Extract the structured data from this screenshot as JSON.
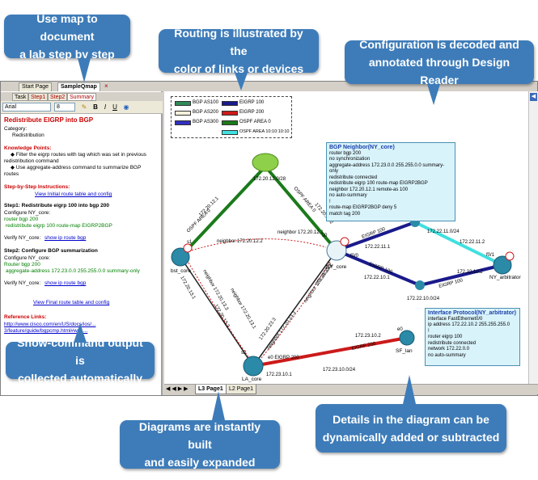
{
  "callouts": {
    "map_step": [
      "Use map to document",
      "a lab step by step"
    ],
    "routing": [
      "Routing is illustrated by the",
      "color of links or devices"
    ],
    "config": [
      "Configuration is decoded and",
      "annotated through Design Reader"
    ],
    "show_cmd": [
      "Show-command output is",
      "collected automatically"
    ],
    "diagrams": [
      "Diagrams are instantly built",
      "and easily expanded"
    ],
    "details": [
      "Details in the diagram can be",
      "dynamically added or subtracted"
    ]
  },
  "window_tabs": [
    "Start Page",
    "SampleQmap"
  ],
  "sub_tabs": [
    "Task",
    "Step1",
    "Step2",
    "Summary"
  ],
  "toolbar": {
    "font": "Arial",
    "size": "8",
    "bold": "B",
    "italic": "I",
    "underline": "U"
  },
  "doc": {
    "title": "Redistribute EIGRP into BGP",
    "category_label": "Category:",
    "category": "Redistribution",
    "kp_head": "Knowledge Points:",
    "kp1a": "◆ Filter the eigrp routes with tag which was set in previous",
    "kp1b": "redistribution command",
    "kp2a": "◆ Use aggregate-address command to summarize BGP",
    "kp2b": "routes",
    "steps_head": "Step-by-Step Instructions:",
    "view_initial": "View Initial route table and config",
    "step1": "Step1: Redistribute eigrp 100 into bgp 200",
    "configure1": "Configure NY_core:",
    "cmd1a": "router bgp 200",
    "cmd1b": "redistribute eigrp 100 route-map EIGRP2BGP",
    "verify1": "Verify NY_core:",
    "verify1_link": "show ip route bgp",
    "step2": "Step2: Configure BGP summarization",
    "configure2": "Configure NY_core:",
    "cmd2a": "Router bgp 200",
    "cmd2b": "aggregate-address 172.23.0.0 255.255.0.0 summary-only",
    "verify2": "Verify NY_core:",
    "verify2_link": "show ip route bgp",
    "view_final": "View Final route table and config",
    "ref_head": "Reference Links:",
    "ref1": "http://www.cisco.com/en/US/docs/ios/...",
    "ref2": "3/feature/guide/bgpcmp.html#wp1..."
  },
  "legend": {
    "items": [
      {
        "label": "BGP AS100",
        "color": "#2e8b57"
      },
      {
        "label": "BGP AS200",
        "color": "#f5f0dc"
      },
      {
        "label": "BGP AS300",
        "color": "#3030c0"
      },
      {
        "label": "EIGRP 100",
        "color": "#1a1a8c"
      },
      {
        "label": "EIGRP 200",
        "color": "#cc1a1a"
      },
      {
        "label": "OSPF AREA 0",
        "color": "#1a7a1a"
      },
      {
        "label": "OSPF AREA 10:10:10:10",
        "color": "#40e0e0"
      }
    ]
  },
  "bgp_box": {
    "title": "BGP Neighbor(NY_core)",
    "lines": [
      "router bgp 200",
      " no synchronization",
      " aggregate-address 172.23.0.0 255.255.0.0 summary-only",
      " redistribute connected",
      " redistribute eigrp 100 route-map EIGRP2BGP",
      " neighbor 172.20.12.1 remote-as 100",
      " no auto-summary",
      "!",
      "route-map EIGRP2BGP deny 5",
      " match tag 200"
    ]
  },
  "intf_box": {
    "title": "Interface Protocol(NY_arbitrator)",
    "lines": [
      "interface FastEthernet0/0",
      " ip address 172.22.10.2 255.255.255.0",
      "!",
      "router eigrp 100",
      " redistribute connected",
      " network 172.22.0.0",
      " no auto-summary"
    ]
  },
  "diagram": {
    "devices": [
      "bst_core",
      "NY_core",
      "NY_arbitrator",
      "LA_core",
      "SF_lan"
    ],
    "labels": {
      "net1": "172.20.12.0/28",
      "ospf1": "OSPF AREA 0",
      "ospf2": "OSPF AREA 0",
      "nb1": "neighbor 172.20.12.2",
      "nb2": "neighbor 172.20.12.1",
      "nb3": "neighbor 172.20.13.3",
      "nb4": "neighbor 172.20.13.1",
      "nb5": "neighbor 172.20.23.3",
      "nb6": "neighbor 172.20.23.2",
      "ip_bst": "172.20.12.1",
      "ip_ny": "172.20.12.2",
      "ip_bst2": "172.20.13.1",
      "ip_la": "172.20.13.3",
      "ip_la2": "172.20.23.3",
      "ip_ny2": "172.20.23.2",
      "eigrp1": "EIGRP 100",
      "eigrp2": "EIGRP 100",
      "eigrp3": "EIGRP 100",
      "n11": "172.22.11.0/24",
      "n11_1": "172.22.11.1",
      "n11_2": "172.22.11.2",
      "n10_1": "172.22.10.1",
      "n10_2": "172.22.10.2",
      "n10": "172.22.10.0/24",
      "la_ip": "172.23.10.1",
      "eigrp200a": "e0 EIGRP 200",
      "eigrp200b": "EIGRP 200",
      "n23": "172.23.10.0/24",
      "n23_2": "172.23.10.2",
      "s0": "s0",
      "s1": "s1",
      "s2": "s2",
      "e0": "e0",
      "f0": "f0/1",
      "f00": "f0/0"
    }
  },
  "page_tabs": [
    "L3 Page1",
    "L2 Page1"
  ]
}
